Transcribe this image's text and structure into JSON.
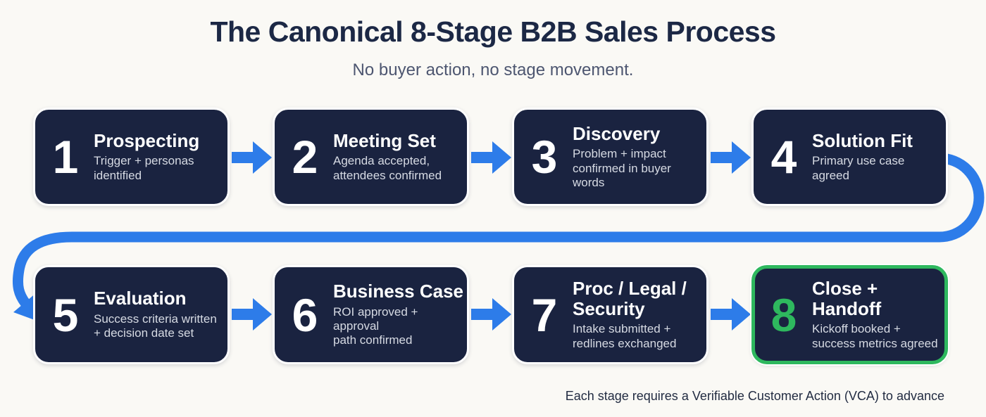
{
  "header": {
    "title": "The Canonical 8-Stage B2B Sales Process",
    "subtitle": "No buyer action, no stage movement."
  },
  "stages": [
    {
      "num": "1",
      "title": "Prospecting",
      "desc": "Trigger + personas\nidentified",
      "highlight": false
    },
    {
      "num": "2",
      "title": "Meeting Set",
      "desc": "Agenda accepted,\nattendees confirmed",
      "highlight": false
    },
    {
      "num": "3",
      "title": "Discovery",
      "desc": "Problem + impact\nconfirmed in buyer words",
      "highlight": false
    },
    {
      "num": "4",
      "title": "Solution Fit",
      "desc": "Primary use case\nagreed",
      "highlight": false
    },
    {
      "num": "5",
      "title": "Evaluation",
      "desc": "Success criteria written\n+ decision date set",
      "highlight": false
    },
    {
      "num": "6",
      "title": "Business Case",
      "desc": "ROI approved + approval\npath confirmed",
      "highlight": false
    },
    {
      "num": "7",
      "title": "Proc / Legal /\nSecurity",
      "desc": "Intake submitted +\nredlines exchanged",
      "highlight": false
    },
    {
      "num": "8",
      "title": "Close +\nHandoff",
      "desc": "Kickoff booked +\nsuccess metrics agreed",
      "highlight": true
    }
  ],
  "footnote": "Each stage requires a Verifiable Customer Action (VCA) to advance",
  "colors": {
    "background": "#faf9f5",
    "box_bg": "#1a2340",
    "arrow_blue": "#2d7ce9",
    "highlight_green": "#2eb85e",
    "title_navy": "#1c2845",
    "subtitle_gray": "#4d5670",
    "desc_text": "#d6dae3"
  }
}
